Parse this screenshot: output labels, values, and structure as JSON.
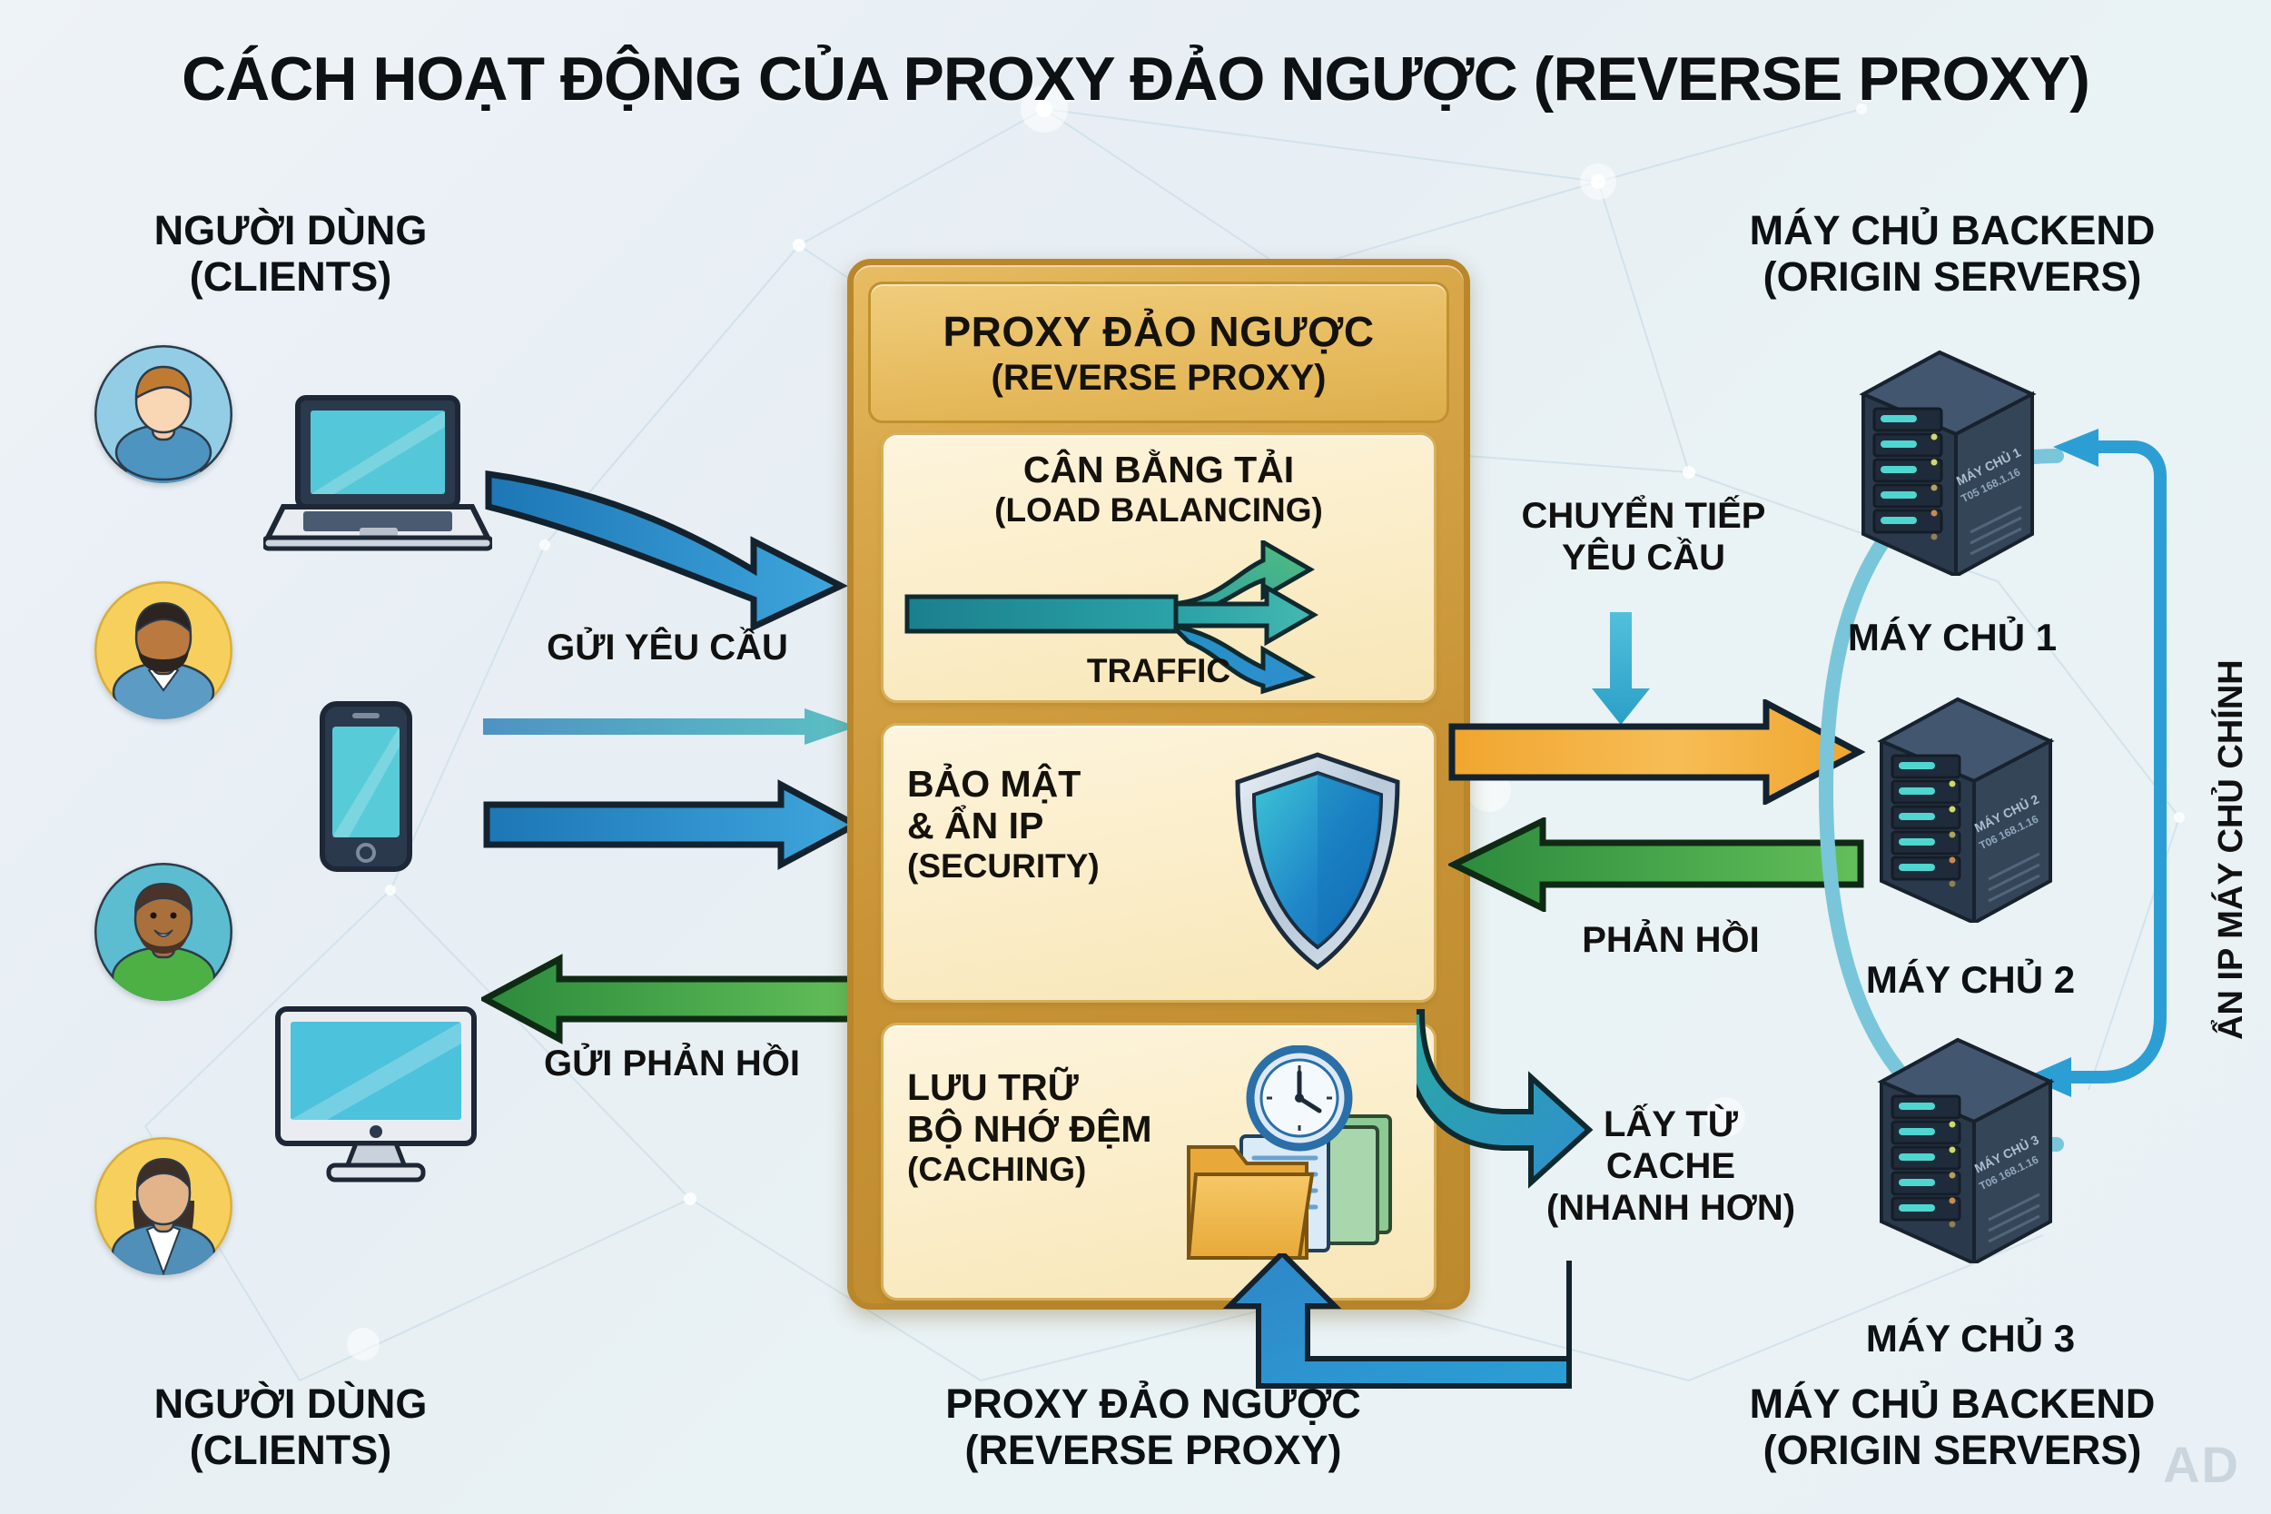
{
  "title": "CÁCH HOẠT ĐỘNG CỦA PROXY ĐẢO NGƯỢC (REVERSE PROXY)",
  "colors": {
    "background": "#eaf1f6",
    "proxy_gold": "#c79335",
    "proxy_card": "#fbeecb",
    "request_blue": "#2e8fcf",
    "response_green": "#3aa14a",
    "forward_orange": "#f2a93b",
    "cache_teal": "#2fa3a0",
    "server_dark": "#2b394d",
    "title_black": "#0d1114"
  },
  "clients": {
    "header_line1": "NGƯỜI DÙNG",
    "header_line2": "(CLIENTS)",
    "footer_line1": "NGƯỜI DÙNG",
    "footer_line2": "(CLIENTS)",
    "avatars": [
      {
        "name": "client-avatar-1",
        "ring": "#7cc2e0",
        "skin": "#f5c9a4",
        "hair": "#c07b33",
        "shirt": "#4d94c0"
      },
      {
        "name": "client-avatar-2",
        "ring": "#f7cf5c",
        "skin": "#b9793f",
        "hair": "#2c2420",
        "shirt": "#5b9bc4"
      },
      {
        "name": "client-avatar-3",
        "ring": "#5cbcd0",
        "skin": "#a9703c",
        "hair": "#4a3328",
        "shirt": "#4cb045"
      },
      {
        "name": "client-avatar-4",
        "ring": "#f7cf5c",
        "skin": "#cf9b6a",
        "hair": "#3d2e27",
        "shirt": "#4f8fb8"
      }
    ],
    "devices": [
      {
        "name": "laptop-icon"
      },
      {
        "name": "smartphone-icon"
      },
      {
        "name": "desktop-monitor-icon"
      }
    ]
  },
  "proxy": {
    "header_line1": "PROXY ĐẢO NGƯỢC",
    "header_line2": "(REVERSE PROXY)",
    "footer_line1": "PROXY ĐẢO NGƯỢC",
    "footer_line2": "(REVERSE PROXY)",
    "cards": [
      {
        "id": "load-balancing",
        "title": "CÂN BẰNG TẢI",
        "subtitle": "(LOAD BALANCING)",
        "traffic_label": "TRAFFIC",
        "icon": "branching-arrows-icon"
      },
      {
        "id": "security",
        "title_line1": "BẢO MẬT",
        "title_line2": "& ẨN IP",
        "subtitle": "(SECURITY)",
        "icon": "shield-icon"
      },
      {
        "id": "caching",
        "title_line1": "LƯU TRỮ",
        "title_line2": "BỘ NHỚ ĐỆM",
        "subtitle": "(CACHING)",
        "icon": "clock-folder-files-icon"
      }
    ]
  },
  "servers": {
    "header_line1": "MÁY CHỦ BACKEND",
    "header_line2": "(ORIGIN SERVERS)",
    "footer_line1": "MÁY CHỦ BACKEND",
    "footer_line2": "(ORIGIN SERVERS)",
    "vertical_label": "ẨN IP MÁY CHỦ CHÍNH",
    "items": [
      {
        "label": "MÁY CHỦ 1",
        "tag_line1": "MÁY CHỦ 1",
        "tag_line2": "T05 168.1.16"
      },
      {
        "label": "MÁY CHỦ 2",
        "tag_line1": "MÁY CHỦ 2",
        "tag_line2": "T06 168.1.16"
      },
      {
        "label": "MÁY CHỦ 3",
        "tag_line1": "MÁY CHỦ 3",
        "tag_line2": "T06 168.1.16"
      }
    ]
  },
  "flows": {
    "send_request": "GỬI YÊU CẦU",
    "send_response": "GỬI PHẢN HỒI",
    "forward_request_line1": "CHUYỂN TIẾP",
    "forward_request_line2": "YÊU CẦU",
    "response": "PHẢN HỒI",
    "cache_line1": "LẤY TỪ",
    "cache_line2": "CACHE",
    "cache_line3": "(NHANH HƠN)"
  },
  "watermark": "AD"
}
